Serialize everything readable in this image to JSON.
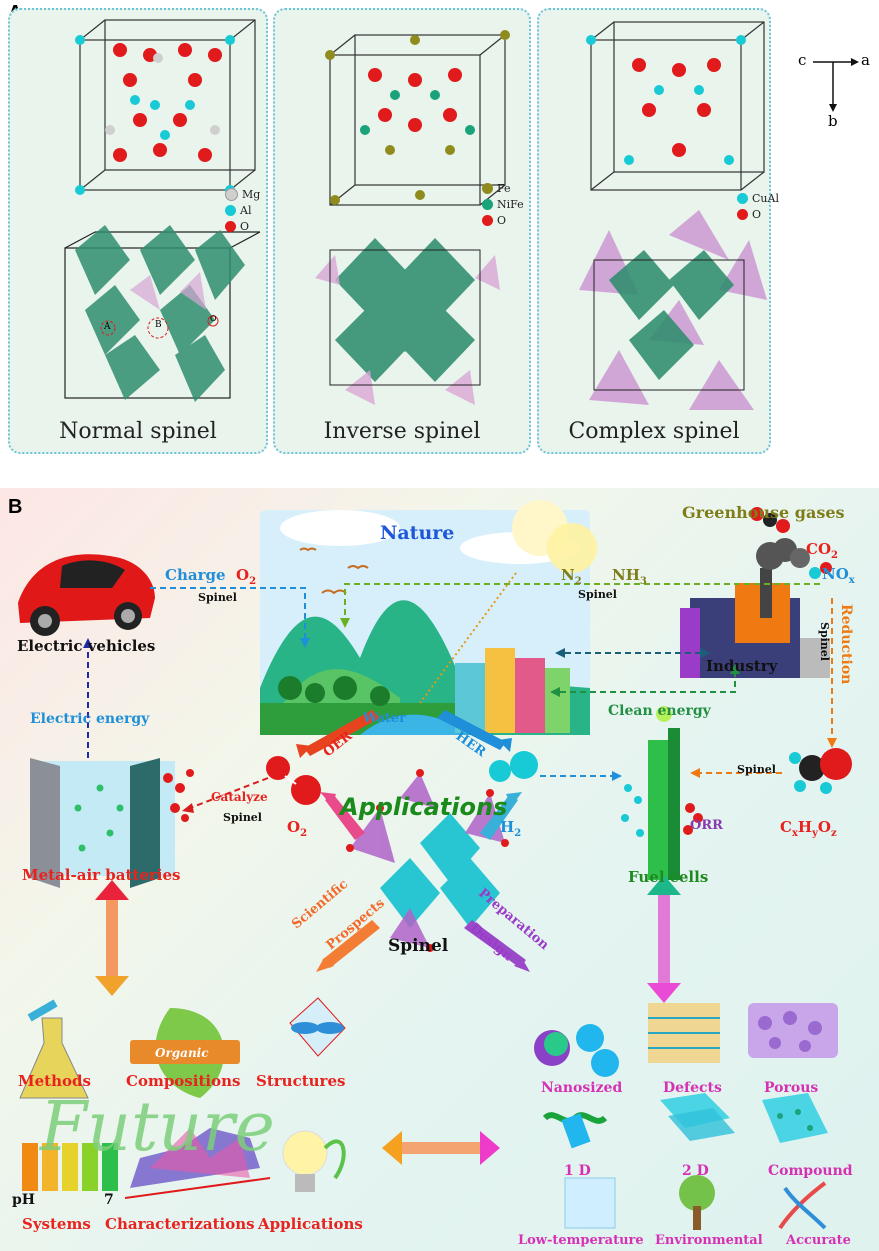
{
  "panel_a": {
    "label": "A",
    "axes": {
      "c": "c",
      "a": "a",
      "b": "b"
    },
    "panels": [
      {
        "title": "Normal spinel",
        "legend": [
          "Mg",
          "Al",
          "O"
        ],
        "site_labels": [
          "A",
          "B",
          "O"
        ]
      },
      {
        "title": "Inverse spinel",
        "legend": [
          "Fe",
          "NiFe",
          "O"
        ]
      },
      {
        "title": "Complex spinel",
        "legend": [
          "CuAl",
          "O"
        ]
      }
    ]
  },
  "panel_b": {
    "label": "B",
    "center": {
      "title": "Spinel",
      "applications": "Applications"
    },
    "nature": "Nature",
    "greenhouse": "Greenhouse gases",
    "gases": {
      "co2": "CO",
      "co2_sub": "2",
      "nox": "NO",
      "nox_sub": "x",
      "n2": "N",
      "n2_sub": "2",
      "nh3": "NH",
      "nh3_sub": "3",
      "o2_top": "O",
      "o2_top_sub": "2"
    },
    "labels": {
      "charge": "Charge",
      "spinel_small": "Spinel",
      "electric_vehicles": "Electric vehicles",
      "electric_energy": "Electric energy",
      "industry": "Industry",
      "reduction": "Reduction",
      "water": "Water",
      "clean_energy": "Clean energy",
      "oer": "OER",
      "her": "HER",
      "catalyze": "Catalyze",
      "o2": "O",
      "o2_sub": "2",
      "h2": "H",
      "h2_sub": "2",
      "orr": "ORR",
      "cxhyoz": [
        "C",
        "x",
        "H",
        "y",
        "O",
        "z"
      ],
      "metal_air": "Metal-air  batteries",
      "fuel_cells": "Fuel cells",
      "scientific": "Scientific",
      "prospects": "Prospects",
      "preparation": "Preparation",
      "design": "Design",
      "methods": "Methods",
      "compositions": "Compositions",
      "structures": "Structures",
      "organic": "Organic",
      "future": "Future",
      "systems": "Systems",
      "characterizations": "Characterizations",
      "applications2": "Applications",
      "ph": "pH",
      "ph7": "7",
      "nanosized": "Nanosized",
      "defects": "Defects",
      "porous": "Porous",
      "one_d": "1 D",
      "two_d": "2 D",
      "compound": "Compound",
      "low_temperature": "Low-temperature",
      "environmental": "Environmental",
      "accurate": "Accurate"
    }
  },
  "colors": {
    "red": "#e8231f",
    "blue": "#1e8fd8",
    "green": "#1f8a1f",
    "magenta": "#d630b4",
    "teal": "#1aa37a",
    "cyan": "#18c9d6"
  }
}
